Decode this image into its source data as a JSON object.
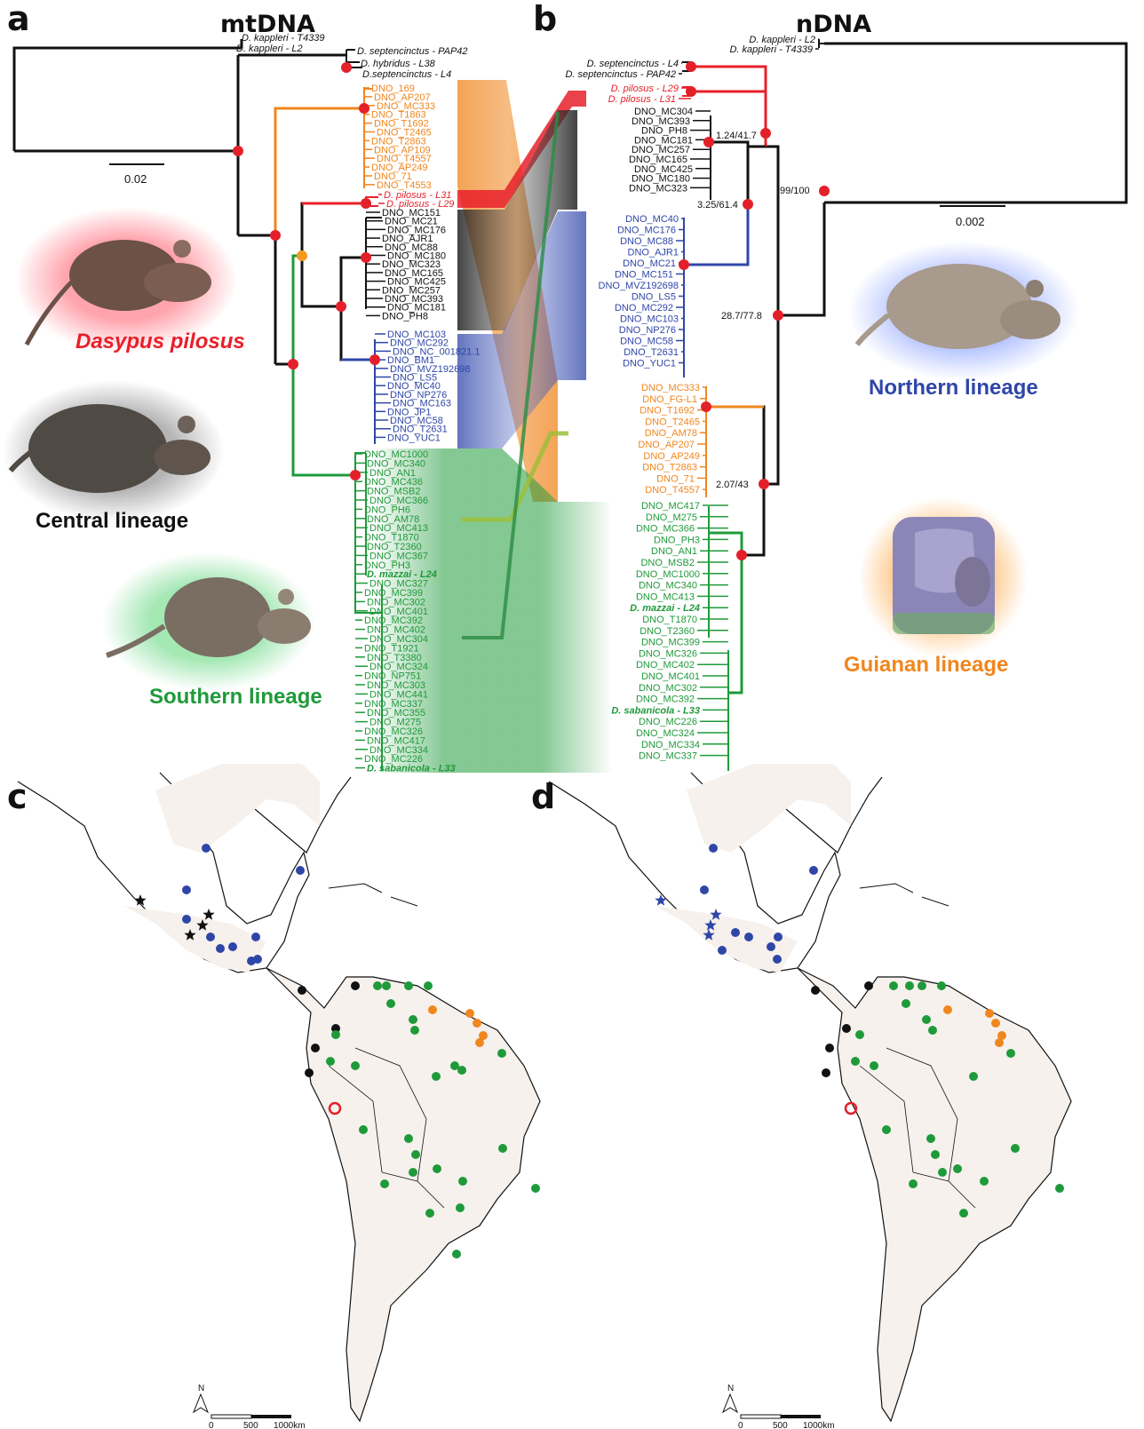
{
  "panels": {
    "a": {
      "letter": "a",
      "title": "mtDNA",
      "scale": "0.02"
    },
    "b": {
      "letter": "b",
      "title": "nDNA",
      "scale": "0.002"
    },
    "c": {
      "letter": "c"
    },
    "d": {
      "letter": "d"
    }
  },
  "lineage_labels": {
    "pilosus": "Dasypus pilosus",
    "central": "Central lineage",
    "southern": "Southern lineage",
    "northern": "Northern lineage",
    "guianan": "Guianan lineage"
  },
  "colors": {
    "pilosus": "#e8202a",
    "central": "#111111",
    "northern": "#2f46a8",
    "guianan": "#f0861e",
    "southern": "#1f9a3a",
    "node": "#e3202a",
    "node_orange": "#f59a1e",
    "land": "#f6f1ec"
  },
  "mt_outgroup": [
    "D. kappleri - T4339",
    "D. kappleri - L2"
  ],
  "mt_sept": [
    "D. septencinctus - PAP42",
    "D. hybridus - L38",
    "D.septencinctus - L4"
  ],
  "mt_guianan": [
    "DNO_169",
    "DNO_AP207",
    "DNO_MC333",
    "DNO_T1863",
    "DNO_T1692",
    "DNO_T2465",
    "DNO_T2863",
    "DNO_AP109",
    "DNO_T4557",
    "DNO_AP249",
    "DNO_71",
    "DNO_T4553"
  ],
  "mt_pilosus": [
    "D. pilosus - L31",
    "D. pilosus - L29"
  ],
  "mt_central": [
    "DNO_MC151",
    "DNO_MC21",
    "DNO_MC176",
    "DNO_AJR1",
    "DNO_MC88",
    "DNO_MC180",
    "DNO_MC323",
    "DNO_MC165",
    "DNO_MC425",
    "DNO_MC257",
    "DNO_MC393",
    "DNO_MC181",
    "DNO_PH8"
  ],
  "mt_northern": [
    "DNO_MC103",
    "DNO_MC292",
    "DNO_NC_001821.1",
    "DNO_BM1",
    "DNO_MVZ192698",
    "DNO_LS5",
    "DNO_MC40",
    "DNO_NP276",
    "DNO_MC163",
    "DNO_JP1",
    "DNO_MC58",
    "DNO_T2631",
    "DNO_YUC1"
  ],
  "mt_southern": [
    "DNO_MC1000",
    "DNO_MC340",
    "DNO_AN1",
    "DNO_MC436",
    "DNO_MSB2",
    "DNO_MC366",
    "DNO_PH6",
    "DNO_AM78",
    "DNO_MC413",
    "DNO_T1870",
    "DNO_T2360",
    "DNO_MC367",
    "DNO_PH3",
    "D. mazzai - L24",
    "DNO_MC327",
    "DNO_MC399",
    "DNO_MC302",
    "DNO_MC401",
    "DNO_MC392",
    "DNO_MC402",
    "DNO_MC304",
    "DNO_T1921",
    "DNO_T3380",
    "DNO_MC324",
    "DNO_NP751",
    "DNO_MC303",
    "DNO_MC441",
    "DNO_MC337",
    "DNO_MC355",
    "DNO_M275",
    "DNO_MC326",
    "DNO_MC417",
    "DNO_MC334",
    "DNO_MC226",
    "D. sabanicola - L33"
  ],
  "nd_outgroup": [
    "D. kappleri - L2",
    "D. kappleri - T4339"
  ],
  "nd_sept": [
    "D. septencinctus - L4",
    "D. septencinctus - PAP42"
  ],
  "nd_pilosus": [
    "D. pilosus - L29",
    "D. pilosus - L31"
  ],
  "nd_central": [
    "DNO_MC304",
    "DNO_MC393",
    "DNO_PH8",
    "DNO_MC181",
    "DNO_MC257",
    "DNO_MC165",
    "DNO_MC425",
    "DNO_MC180",
    "DNO_MC323"
  ],
  "nd_northern": [
    "DNO_MC40",
    "DNO_MC176",
    "DNO_MC88",
    "DNO_AJR1",
    "DNO_MC21",
    "DNO_MC151",
    "DNO_MVZ192698",
    "DNO_LS5",
    "DNO_MC292",
    "DNO_MC103",
    "DNO_NP276",
    "DNO_MC58",
    "DNO_T2631",
    "DNO_YUC1"
  ],
  "nd_guianan": [
    "DNO_MC333",
    "DNO_FG-L1",
    "DNO_T1692",
    "DNO_T2465",
    "DNO_AM78",
    "DNO_AP207",
    "DNO_AP249",
    "DNO_T2863",
    "DNO_71",
    "DNO_T4557"
  ],
  "nd_southern": [
    "DNO_MC417",
    "DNO_M275",
    "DNO_MC366",
    "DNO_PH3",
    "DNO_AN1",
    "DNO_MSB2",
    "DNO_MC1000",
    "DNO_MC340",
    "DNO_MC413",
    "D. mazzai - L24",
    "DNO_T1870",
    "DNO_T2360",
    "DNO_MC399",
    "DNO_MC326",
    "DNO_MC402",
    "DNO_MC401",
    "DNO_MC302",
    "DNO_MC392",
    "D. sabanicola - L33",
    "DNO_MC226",
    "DNO_MC324",
    "DNO_MC334",
    "DNO_MC337"
  ],
  "nd_support": [
    "1.24/41.7",
    "3.25/61.4",
    "99/100",
    "28.7/77.8",
    "2.07/43"
  ],
  "map_scale": {
    "zero": "0",
    "mid": "500",
    "end": "1000km",
    "north": "N"
  }
}
